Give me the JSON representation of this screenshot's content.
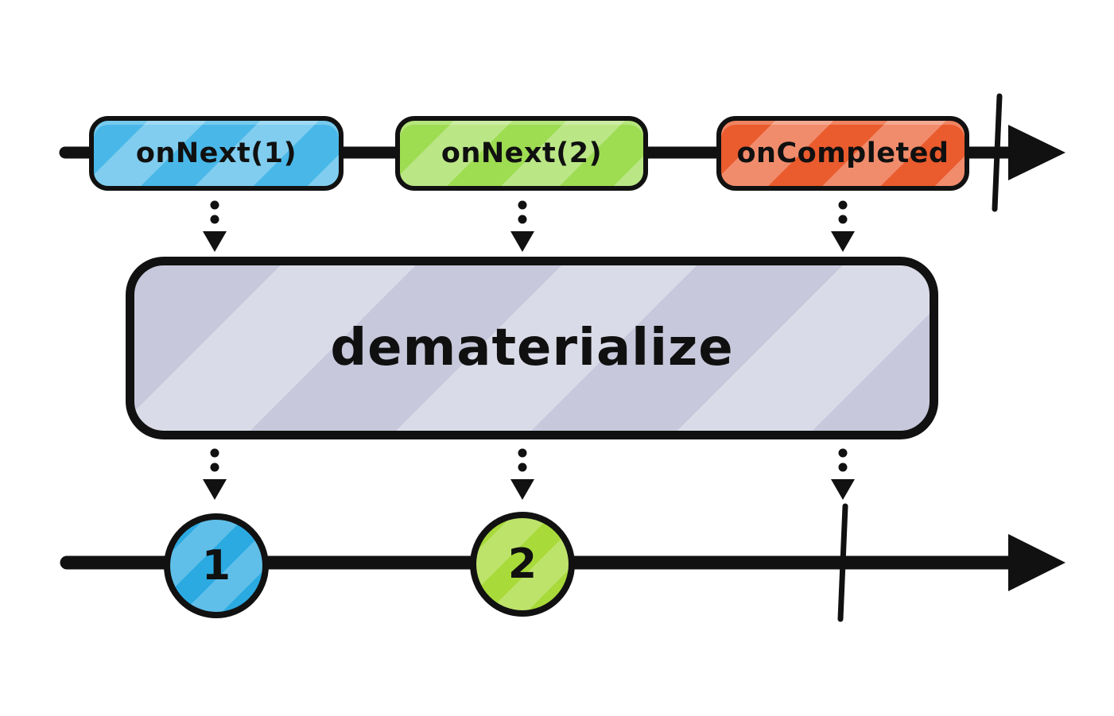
{
  "colors": {
    "stroke": "#111111",
    "event_next1": "#49b8e8",
    "event_next2": "#9edc52",
    "event_completed": "#ea5b2d",
    "operator_box": "#c7c8db",
    "marble1": "#2baae2",
    "marble2": "#a8da3a"
  },
  "source_timeline": {
    "events": [
      {
        "label": "onNext(1)"
      },
      {
        "label": "onNext(2)"
      },
      {
        "label": "onCompleted"
      }
    ],
    "terminated": true
  },
  "operator": {
    "label": "dematerialize"
  },
  "result_timeline": {
    "marbles": [
      {
        "label": "1"
      },
      {
        "label": "2"
      }
    ],
    "terminated": true
  }
}
